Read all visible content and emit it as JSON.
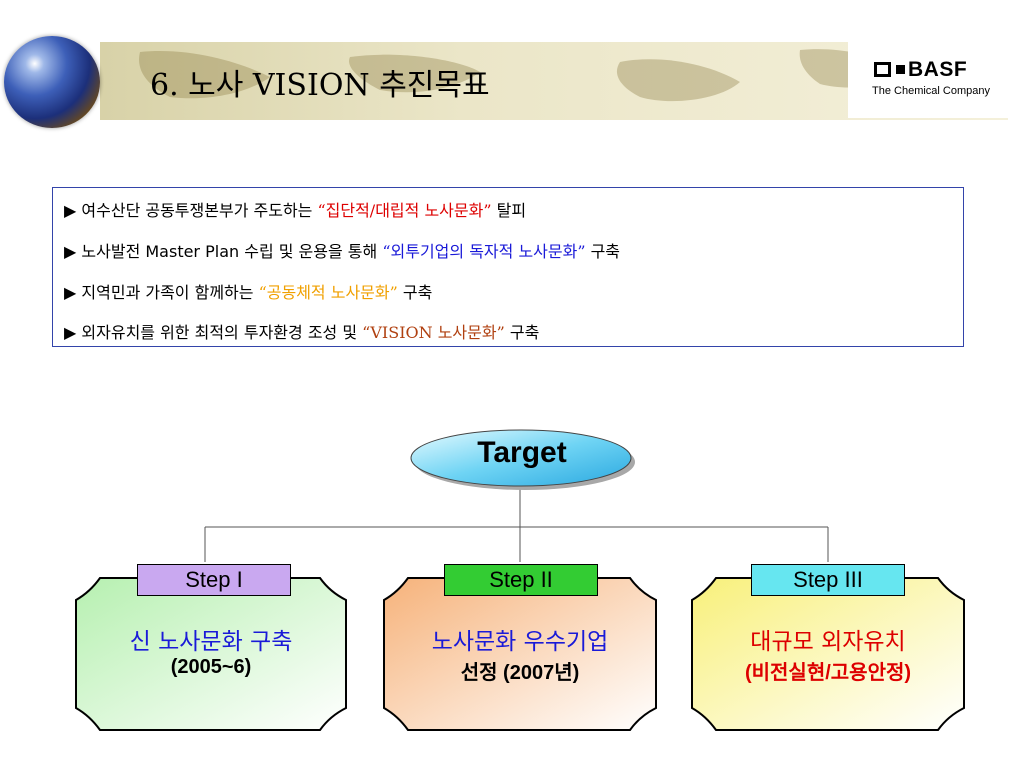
{
  "header": {
    "title": "6. 노사 VISION 추진목표",
    "logo_text": "BASF",
    "logo_sub": "The Chemical Company"
  },
  "bullets": [
    {
      "marker": "▶",
      "pre": "여수산단 공동투쟁본부가 주도하는 ",
      "quote": "“집단적/대립적 노사문화”",
      "post": " 탈피"
    },
    {
      "marker": "▶",
      "pre": "노사발전  Master Plan 수립 및 운용을 통해 ",
      "quote": "“외투기업의 독자적 노사문화”",
      "post": " 구축"
    },
    {
      "marker": "▶",
      "pre": "지역민과 가족이 함께하는 ",
      "quote": "“공동체적 노사문화”",
      "post": " 구축"
    },
    {
      "marker": "▶",
      "pre": "외자유치를 위한 최적의 투자환경 조성 및 ",
      "quote": "“VISION 노사문화”",
      "post": " 구축"
    }
  ],
  "diagram": {
    "target_label": "Target",
    "steps": [
      {
        "label": "Step I",
        "line1": "신 노사문화 구축",
        "line2": "(2005~6)",
        "label_color": "#c9a8f0",
        "line1_color": "#1a1ad8",
        "line2_color": "#000000"
      },
      {
        "label": "Step II",
        "line1": "노사문화 우수기업",
        "line2": "선정 (2007년)",
        "label_color": "#33cc33",
        "line1_color": "#1a1ad8",
        "line2_color": "#000000"
      },
      {
        "label": "Step III",
        "line1": "대규모 외자유치",
        "line2": "(비전실현/고용안정)",
        "label_color": "#66e6f0",
        "line1_color": "#dd0000",
        "line2_color": "#dd0000"
      }
    ]
  },
  "colors": {
    "quote_red": "#dd0000",
    "quote_blue": "#1a1ad8",
    "quote_orange": "#f0a000",
    "quote_brown": "#b04010",
    "box_border": "#3344aa"
  }
}
